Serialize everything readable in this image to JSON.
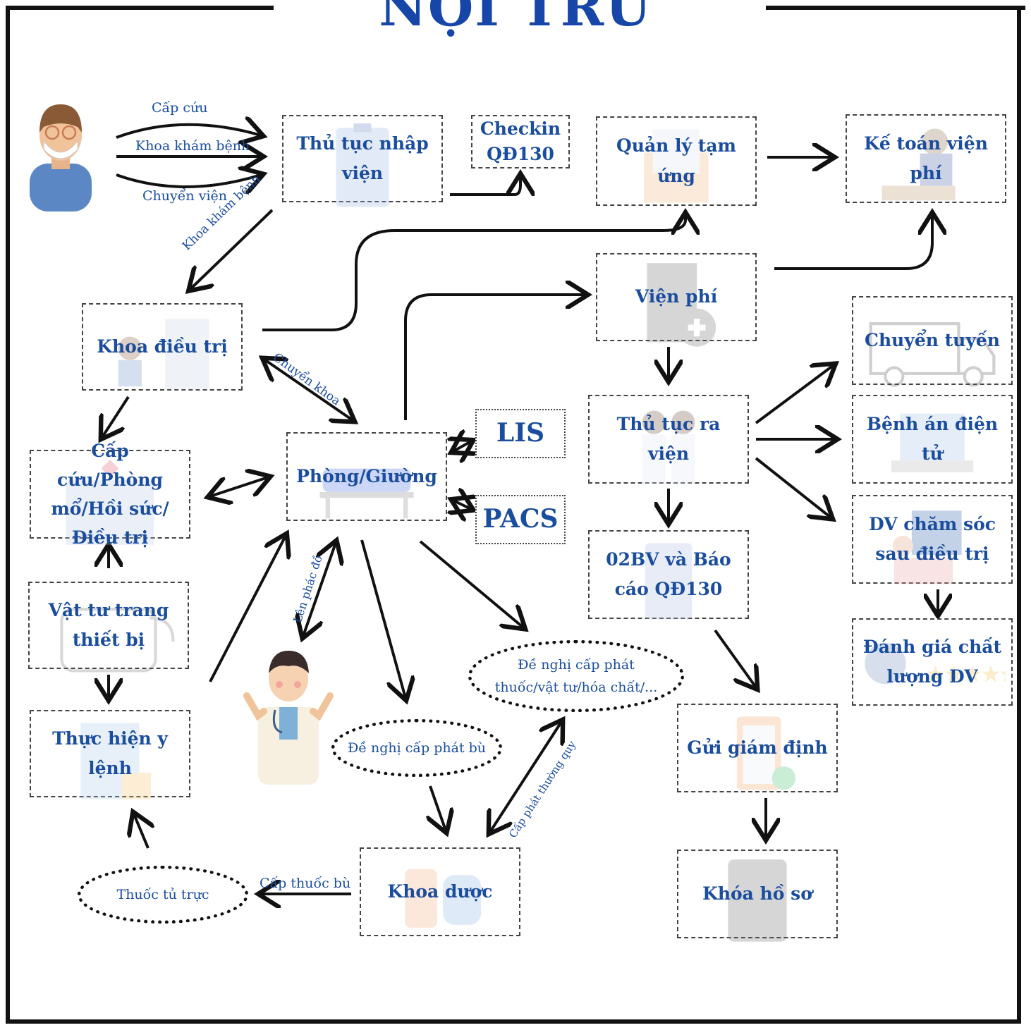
{
  "title": "NỘI TRÚ",
  "colors": {
    "accent": "#1a4d9e",
    "line": "#111111"
  },
  "boxes": {
    "thu_tuc_nhap_vien": "Thủ tục nhập viện",
    "checkin": "Checkin QĐ130",
    "quan_ly_tam_ung": "Quản lý tạm ứng",
    "ke_toan_vien_phi": "Kế toán viện phí",
    "vien_phi": "Viện phí",
    "khoa_dieu_tri": "Khoa điều trị",
    "chuyen_tuyen": "Chuyển tuyến",
    "benh_an_dien_tu": "Bệnh án điện tử",
    "thu_tuc_ra_vien": "Thủ tục ra viện",
    "lis": "LIS",
    "pacs": "PACS",
    "phong_giuong": "Phòng/Giường",
    "cap_cuu_phong_mo": "Cấp cứu/Phòng mổ/Hồi sức/ Điều trị",
    "dv_cham_soc": "DV chăm sóc sau điều trị",
    "bao_cao_02bv": "02BV và Báo cáo QĐ130",
    "vat_tu": "Vật tư trang thiết bị",
    "danh_gia": "Đánh giá chất lượng DV",
    "thuc_hien_y_lenh": "Thực hiện y lệnh",
    "gui_giam_dinh": "Gửi giám định",
    "khoa_duoc": "Khoa dược",
    "khoa_ho_so": "Khóa hồ sơ"
  },
  "ovals": {
    "de_nghi_cap_phat_thuoc": "Đề nghị cấp phát thuốc/vật tư/hóa chất/...",
    "de_nghi_cap_phat_bu": "Đề nghị cấp phát bù",
    "thuoc_tu_truc": "Thuốc tủ trực"
  },
  "edge_labels": {
    "cap_cuu": "Cấp cứu",
    "khoa_kham_benh": "Khoa khám bệnh",
    "chuyen_vien": "Chuyển viện",
    "khoa_kham_benh_diag": "Khoa khám bệnh",
    "chuyen_khoa": "Chuyển khoa",
    "len_phac_do": "Lên phác đồ",
    "cap_phat_thuong_quy": "Cấp phát thường quy",
    "cap_thuoc_bu": "Cấp thuốc bù"
  },
  "icons": [
    "patient-icon",
    "doctor-icon",
    "clipboard-icon",
    "envelope-icon",
    "invoice-icon",
    "ambulance-icon",
    "bed-icon",
    "lock-icon",
    "medicine-icon"
  ]
}
